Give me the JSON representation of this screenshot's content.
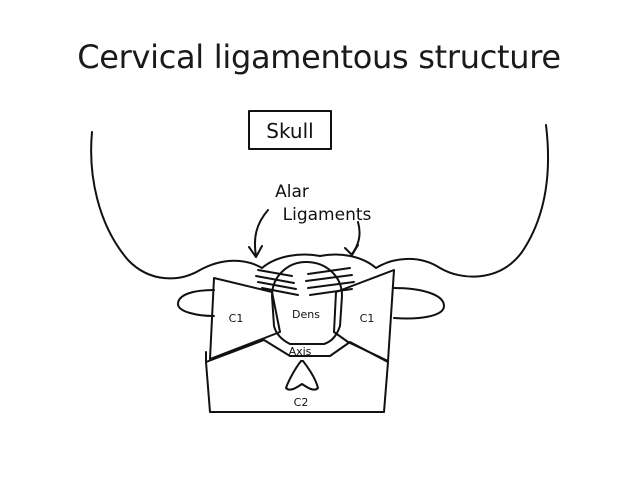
{
  "slide": {
    "title": "Cervical ligamentous structure"
  },
  "diagram": {
    "labels": {
      "skull": "Skull",
      "alar_line1": "Alar",
      "alar_line2": "Ligaments",
      "c1_left": "C1",
      "c1_right": "C1",
      "dens": "Dens",
      "axis": "Axis",
      "c2": "C2"
    },
    "colors": {
      "ink": "#111111",
      "background": "#ffffff",
      "title": "#1a1a1a"
    }
  }
}
